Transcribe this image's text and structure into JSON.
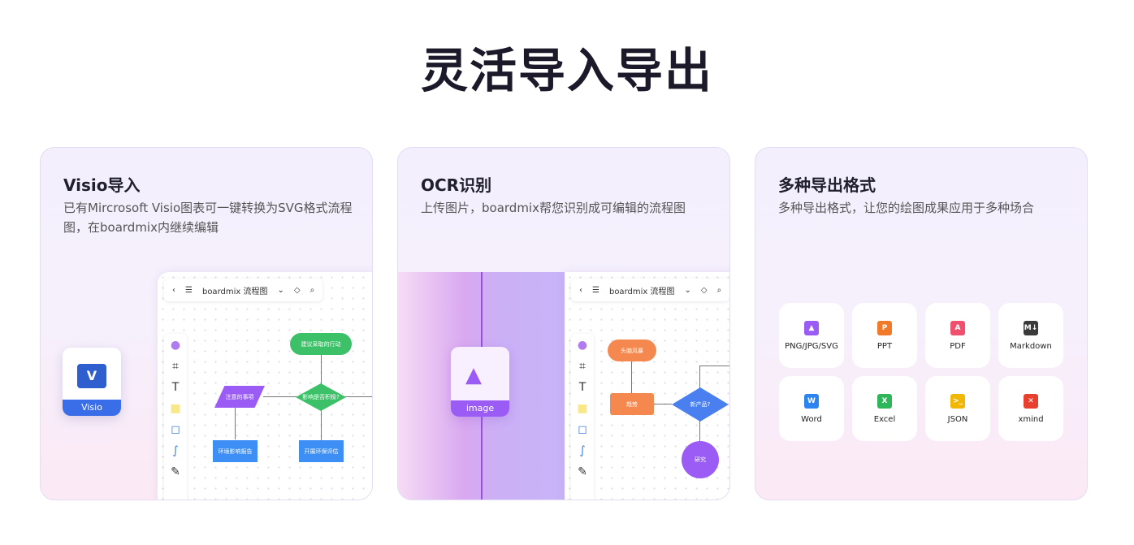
{
  "page_title": "灵活导入导出",
  "cards": [
    {
      "title": "Visio导入",
      "desc": "已有Mircrosoft Visio图表可一键转换为SVG格式流程图，在boardmix内继续编辑",
      "file_label": "Visio",
      "board_title": "boardmix 流程图",
      "nodes": [
        "建议采取的行动",
        "影响是否积极?",
        "注意的事项",
        "环境影响报告",
        "开展环保评估"
      ]
    },
    {
      "title": "OCR识别",
      "desc": "上传图片，boardmix帮您识别成可编辑的流程图",
      "file_label": "image",
      "board_title": "boardmix 流程图",
      "nodes": [
        "头脑风暴",
        "趋势",
        "新产品?",
        "研究"
      ]
    },
    {
      "title": "多种导出格式",
      "desc": "多种导出格式，让您的绘图成果应用于多种场合",
      "formats": [
        {
          "label": "PNG/JPG/SVG",
          "icon": "image-icon",
          "color": "#9b5cf6",
          "glyph": "▲"
        },
        {
          "label": "PPT",
          "icon": "ppt-icon",
          "color": "#f07a2a",
          "glyph": "P"
        },
        {
          "label": "PDF",
          "icon": "pdf-icon",
          "color": "#f0506e",
          "glyph": "A"
        },
        {
          "label": "Markdown",
          "icon": "markdown-icon",
          "color": "#3a3a3a",
          "glyph": "M↓"
        },
        {
          "label": "Word",
          "icon": "word-icon",
          "color": "#2b84f0",
          "glyph": "W"
        },
        {
          "label": "Excel",
          "icon": "excel-icon",
          "color": "#2fb55a",
          "glyph": "X"
        },
        {
          "label": "JSON",
          "icon": "json-icon",
          "color": "#f2b705",
          "glyph": ">_"
        },
        {
          "label": "xmind",
          "icon": "xmind-icon",
          "color": "#e8402f",
          "glyph": "✕"
        }
      ]
    }
  ]
}
